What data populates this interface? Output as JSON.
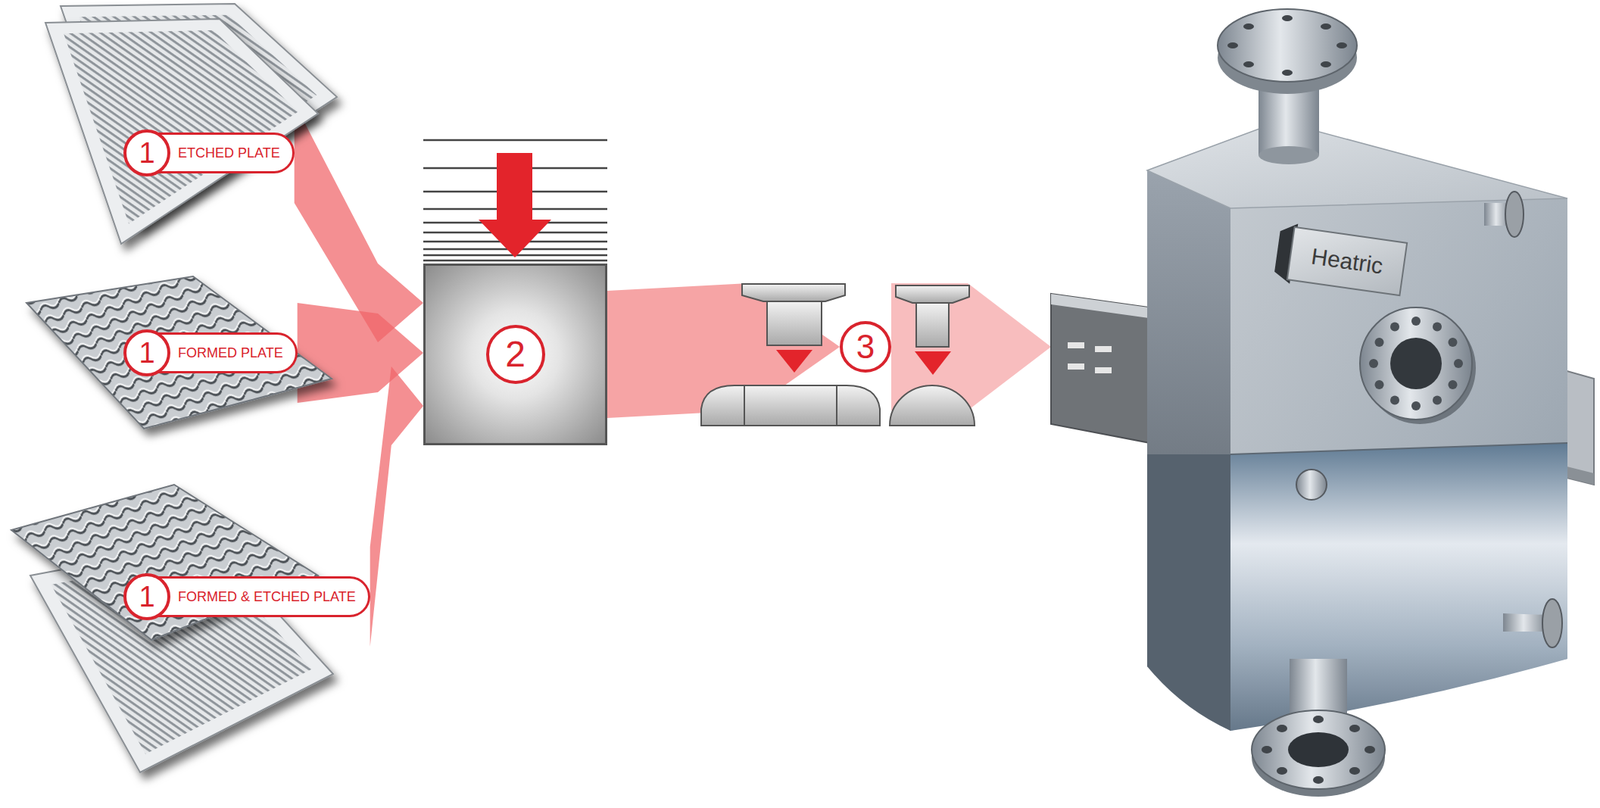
{
  "diagram": {
    "nodes": [
      {
        "text": [
          "1",
          "ETCHED PLATE"
        ]
      },
      {
        "text": [
          "1",
          "FORMED PLATE"
        ]
      },
      {
        "text": [
          "1",
          "FORMED & ETCHED PLATE"
        ]
      },
      {
        "text": [
          "2"
        ]
      },
      {
        "text": [
          "3"
        ]
      },
      {
        "text": [
          "Heatric"
        ]
      }
    ],
    "edges": [
      {
        "from": 0,
        "to": 3,
        "arrow": "to"
      },
      {
        "from": 1,
        "to": 3,
        "arrow": "to"
      },
      {
        "from": 2,
        "to": 3,
        "arrow": "to"
      },
      {
        "from": 3,
        "to": 4,
        "arrow": "to"
      },
      {
        "from": 4,
        "to": 5,
        "arrow": "to"
      }
    ]
  }
}
